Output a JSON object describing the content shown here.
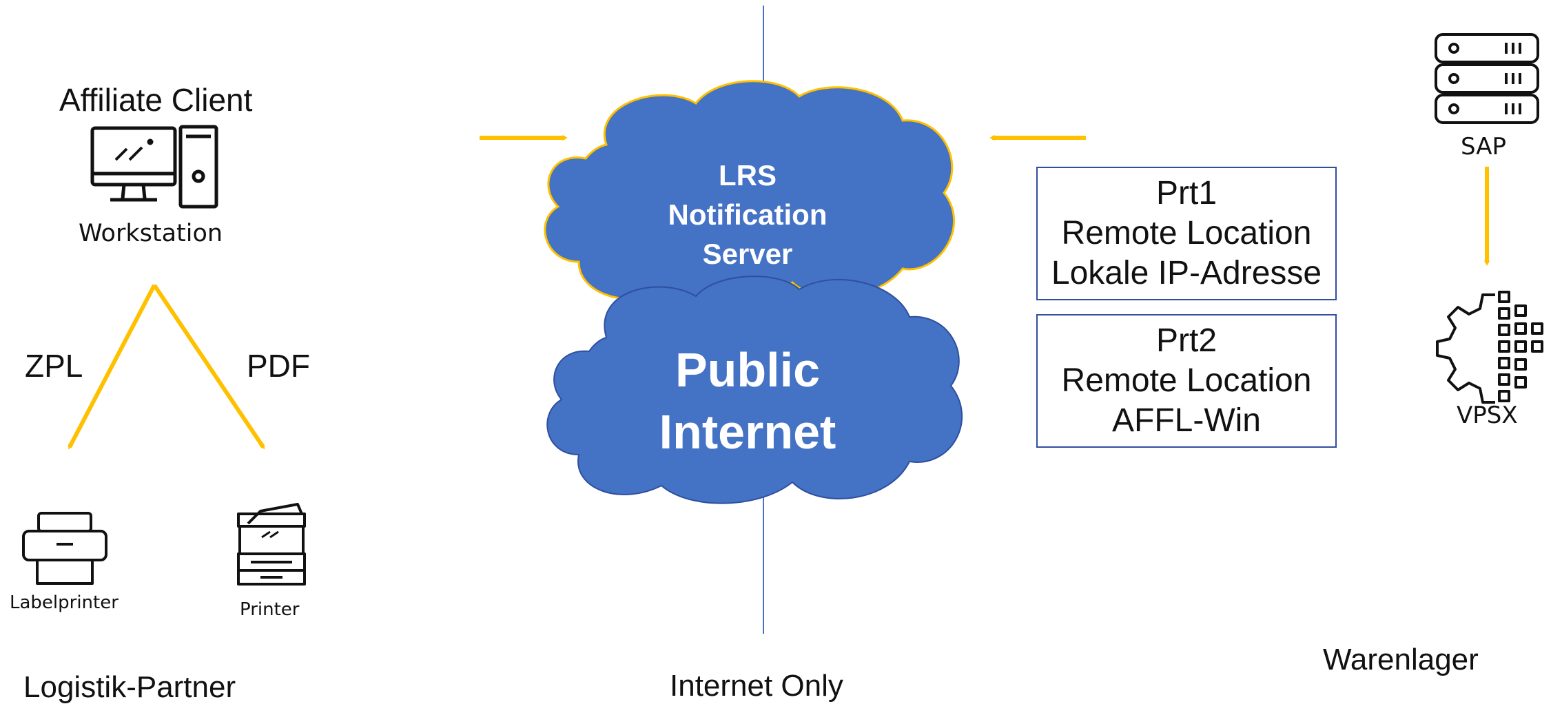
{
  "colors": {
    "accent_arrow": "#FFC000",
    "cloud_fill": "#4472C4",
    "cloud_border_top": "#FFC000",
    "box_border": "#2F4F9F",
    "divider": "#4472C4"
  },
  "left": {
    "client_title": "Affiliate Client",
    "workstation_label": "Workstation",
    "zpl_label": "ZPL",
    "pdf_label": "PDF",
    "labelprinter_label": "Labelprinter",
    "printer_label": "Printer",
    "section_title": "Logistik-Partner",
    "icons": [
      "workstation-icon",
      "label-printer-icon",
      "printer-icon"
    ]
  },
  "center": {
    "server_cloud": [
      "LRS",
      "Notification",
      "Server"
    ],
    "internet_cloud": [
      "Public",
      "Internet"
    ],
    "section_title": "Internet Only"
  },
  "right": {
    "prt1": [
      "Prt1",
      "Remote Location",
      "Lokale IP-Adresse"
    ],
    "prt2": [
      "Prt2",
      "Remote Location",
      "AFFL-Win"
    ],
    "sap_label": "SAP",
    "vpsx_label": "VPSX",
    "section_title": "Warenlager",
    "icons": [
      "server-rack-icon",
      "gear-processing-icon"
    ]
  }
}
